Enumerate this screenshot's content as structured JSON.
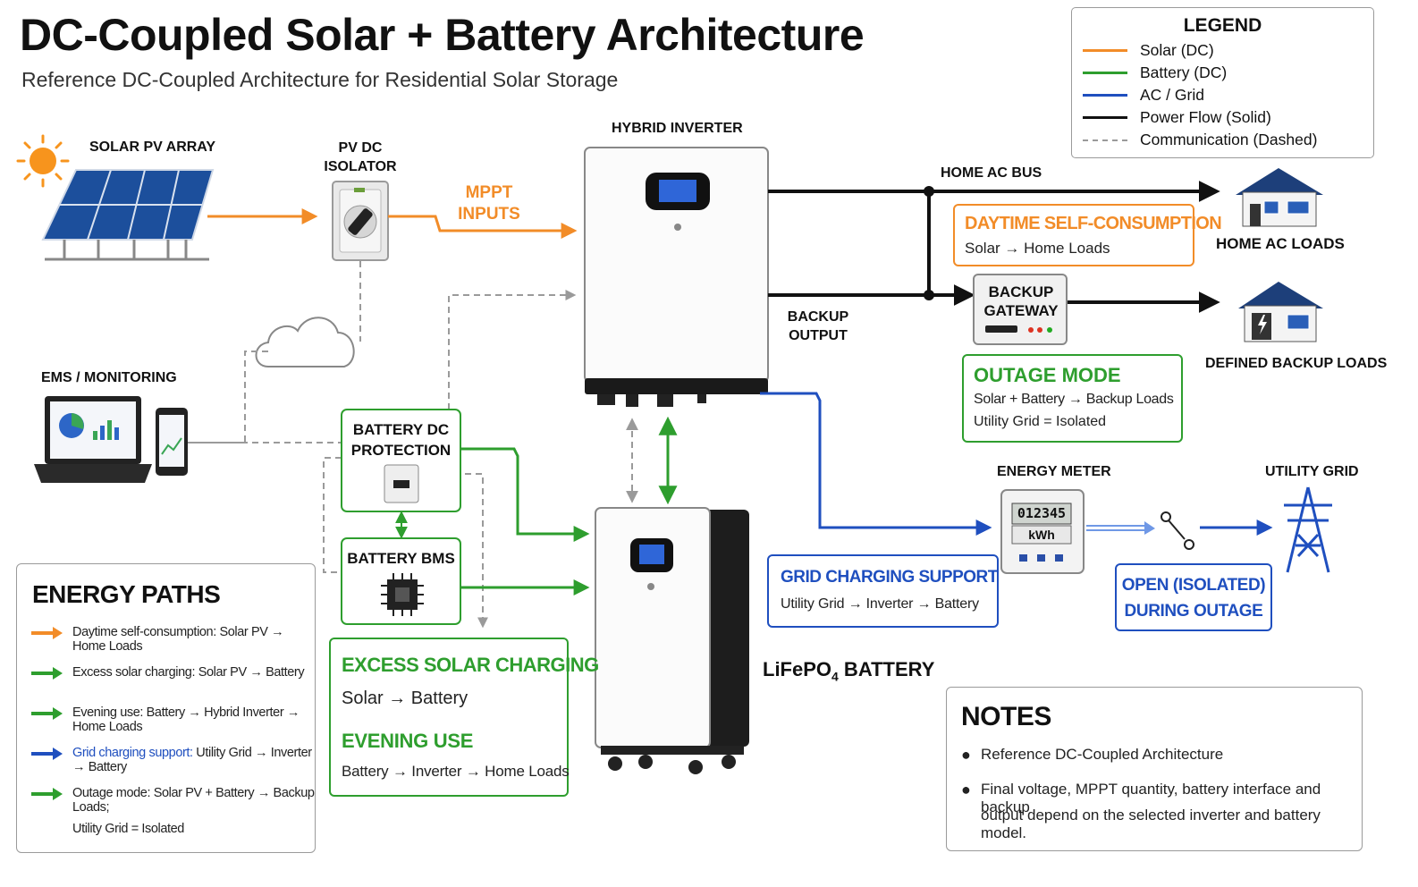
{
  "header": {
    "title": "DC-Coupled Solar + Battery Architecture",
    "subtitle": "Reference DC-Coupled Architecture for Residential Solar Storage"
  },
  "legend": {
    "title": "LEGEND",
    "items": [
      {
        "label": "Solar (DC)",
        "color": "#f28c28",
        "style": "solid"
      },
      {
        "label": "Battery (DC)",
        "color": "#2e9e2e",
        "style": "solid"
      },
      {
        "label": "AC / Grid",
        "color": "#1f4fbf",
        "style": "solid"
      },
      {
        "label": "Power Flow (Solid)",
        "color": "#111111",
        "style": "solid"
      },
      {
        "label": "Communication (Dashed)",
        "color": "#9a9a9a",
        "style": "dashed"
      }
    ]
  },
  "components": {
    "solar_array": "SOLAR PV ARRAY",
    "pv_isolator_line1": "PV DC",
    "pv_isolator_line2": "ISOLATOR",
    "mppt_line1": "MPPT",
    "mppt_line2": "INPUTS",
    "hybrid_inverter": "HYBRID INVERTER",
    "home_ac_bus": "HOME AC BUS",
    "home_ac_loads": "HOME AC LOADS",
    "backup_gateway_line1": "BACKUP",
    "backup_gateway_line2": "GATEWAY",
    "defined_backup_loads": "DEFINED BACKUP LOADS",
    "backup_output_line1": "BACKUP",
    "backup_output_line2": "OUTPUT",
    "ems": "EMS / MONITORING",
    "battery_dc_protection_line1": "BATTERY DC",
    "battery_dc_protection_line2": "PROTECTION",
    "battery_bms": "BATTERY BMS",
    "battery_label": "LiFePO",
    "battery_label_sub": "4",
    "battery_label_suffix": " BATTERY",
    "energy_meter": "ENERGY METER",
    "meter_reading": "012345",
    "meter_unit": "kWh",
    "utility_grid": "UTILITY GRID"
  },
  "callouts": {
    "daytime": {
      "heading": "DAYTIME SELF-CONSUMPTION",
      "text": "Solar → Home Loads"
    },
    "outage": {
      "heading": "OUTAGE MODE",
      "line1": "Solar + Battery → Backup Loads",
      "line2": "Utility Grid = Isolated"
    },
    "grid_charging": {
      "heading": "GRID CHARGING SUPPORT",
      "text": "Utility Grid → Inverter → Battery"
    },
    "open_isolated": {
      "line1": "OPEN (ISOLATED)",
      "line2": "DURING OUTAGE"
    },
    "excess": {
      "heading": "EXCESS SOLAR CHARGING",
      "text": "Solar → Battery"
    },
    "evening": {
      "heading": "EVENING USE",
      "text": "Battery → Inverter → Home Loads"
    }
  },
  "energy_paths": {
    "title": "ENERGY PATHS",
    "items": [
      {
        "text": "Daytime self-consumption: Solar PV → Home Loads",
        "color": "#f28c28"
      },
      {
        "text": "Excess solar charging: Solar PV → Battery",
        "color": "#2e9e2e"
      },
      {
        "text": "Evening use: Battery → Hybrid Inverter → Home Loads",
        "color": "#2e9e2e"
      },
      {
        "prefix": "Grid charging support:",
        "text": " Utility Grid → Inverter → Battery",
        "color": "#1f4fbf"
      },
      {
        "text": "Outage mode: Solar PV + Battery → Backup Loads;",
        "text2": "Utility Grid = Isolated",
        "color": "#2e9e2e"
      }
    ]
  },
  "notes": {
    "title": "NOTES",
    "items": [
      "Reference DC-Coupled Architecture",
      "Final voltage,  MPPT quantity, battery interface and backup",
      "output depend on the selected inverter and battery model."
    ]
  },
  "colors": {
    "solar": "#f28c28",
    "battery": "#2e9e2e",
    "grid": "#1f4fbf",
    "power": "#111111",
    "comm": "#9a9a9a"
  }
}
